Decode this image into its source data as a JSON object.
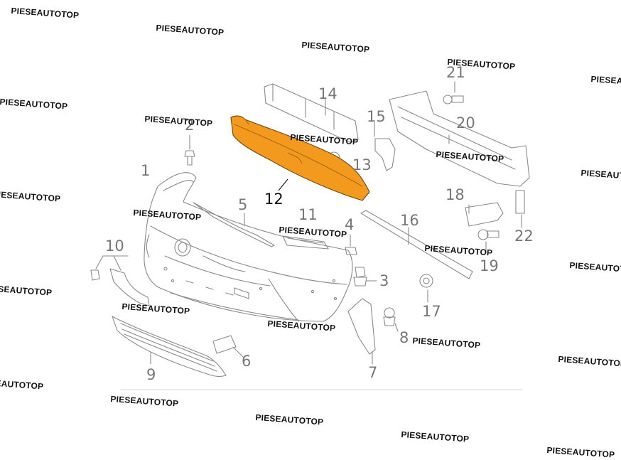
{
  "watermark": "PIESEAUTOTOP",
  "highlight_color": "#f39a1e",
  "line_color": "#8a8a8a",
  "callouts": [
    "1",
    "2",
    "3",
    "4",
    "5",
    "6",
    "7",
    "8",
    "9",
    "10",
    "11",
    "12",
    "13",
    "14",
    "15",
    "16",
    "17",
    "18",
    "19",
    "20",
    "21",
    "22"
  ]
}
